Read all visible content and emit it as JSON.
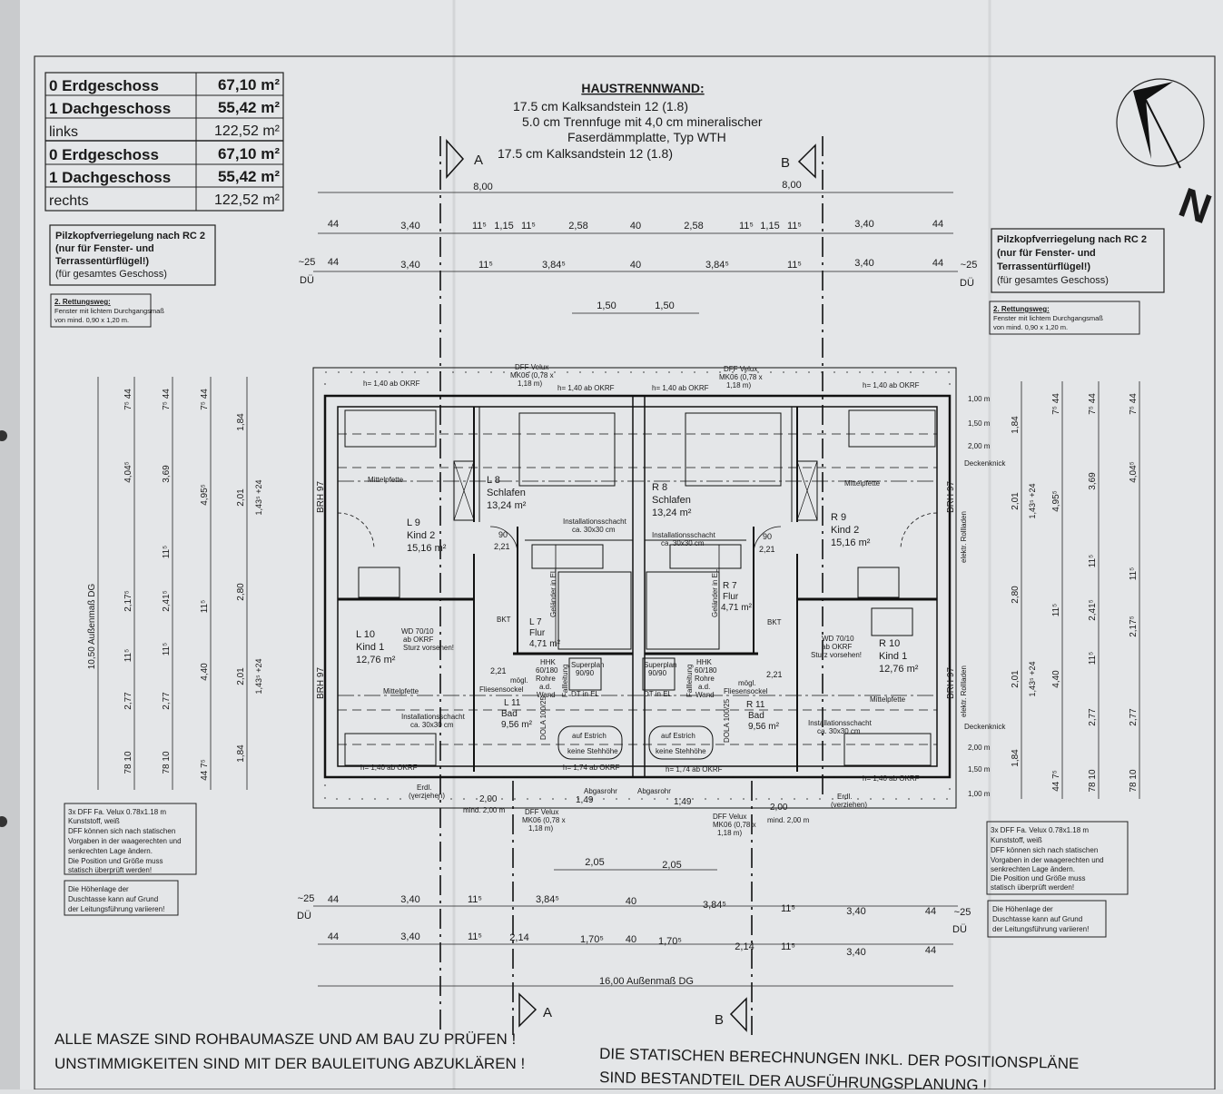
{
  "area_table": [
    {
      "label": "0 Erdgeschoss",
      "value": "67,10 m²",
      "bold": true
    },
    {
      "label": "1 Dachgeschoss",
      "value": "55,42 m²",
      "bold": true
    },
    {
      "label": "links",
      "value": "122,52 m²",
      "bold": false
    },
    {
      "label": "0 Erdgeschoss",
      "value": "67,10 m²",
      "bold": true
    },
    {
      "label": "1 Dachgeschoss",
      "value": "55,42 m²",
      "bold": true
    },
    {
      "label": "rechts",
      "value": "122,52 m²",
      "bold": false
    }
  ],
  "haustrennwand": {
    "title": "HAUSTRENNWAND:",
    "lines": [
      "17.5 cm Kalksandstein 12 (1.8)",
      "5.0 cm Trennfuge mit 4,0 cm mineralischer",
      "Faserdämmplatte, Typ WTH",
      "17.5 cm Kalksandstein 12 (1.8)"
    ]
  },
  "section_markers": {
    "a": "A",
    "b": "B"
  },
  "north": "N",
  "notes": {
    "pilzkopf": [
      "Pilzkopfverriegelung nach RC 2",
      "(nur für Fenster- und",
      "Terrassentürflügel!)",
      "(für gesamtes Geschoss)"
    ],
    "rettungsweg": [
      "2. Rettungsweg:",
      "Fenster mit lichtem Durchgangsmaß",
      "von mind. 0,90 x 1,20 m."
    ],
    "velux": [
      "3x DFF Fa. Velux 0.78x1.18 m",
      "Kunststoff, weiß",
      "DFF können sich nach statischen",
      "Vorgaben in der waagerechten und",
      "senkrechten Lage ändern.",
      "Die Position und Größe muss",
      "statisch überprüft werden!"
    ],
    "dusche": [
      "Die Höhenlage der",
      "Duschtasse kann auf Grund",
      "der Leitungsführung variieren!"
    ]
  },
  "dims_top": {
    "row1": [
      "8,00",
      "8,00"
    ],
    "row2": [
      "44",
      "3,40",
      "11⁵",
      "1,15",
      "11⁵",
      "2,58",
      "40",
      "2,58",
      "11⁵",
      "1,15",
      "11⁵",
      "3,40",
      "44"
    ],
    "row3": [
      "~25",
      "DÜ",
      "44",
      "3,40",
      "11⁵",
      "3,84⁵",
      "40",
      "3,84⁵",
      "11⁵",
      "3,40",
      "44",
      "~25",
      "DÜ"
    ],
    "row4": [
      "1,50",
      "1,50"
    ]
  },
  "dims_bottom": {
    "row1": [
      "2,05",
      "2,05"
    ],
    "row2": [
      "~25",
      "DÜ",
      "44",
      "3,40",
      "11⁵",
      "3,84⁵",
      "40",
      "3,84⁵",
      "11⁵",
      "3,40",
      "44",
      "~25",
      "DÜ"
    ],
    "row3": [
      "44",
      "3,40",
      "11⁵",
      "2,14",
      "1,70⁵",
      "40",
      "1,70⁵",
      "2,14",
      "11⁵",
      "3,40",
      "44"
    ],
    "total": "16,00 Außenmaß DG"
  },
  "dims_left": {
    "total": "10,50 Außenmaß DG",
    "col1": [
      "7⁵ 44",
      "4,04⁵",
      "2,17⁵",
      "11⁵",
      "2,77",
      "78 10"
    ],
    "col2": [
      "7⁵ 44",
      "3,69",
      "11⁵",
      "2,41⁵",
      "11⁵",
      "2,77",
      "78 10"
    ],
    "col3": [
      "7⁵ 44",
      "4,95⁵",
      "11⁵",
      "4,40",
      "44 7⁵"
    ],
    "col4": [
      "1,84",
      "2,01",
      "1,43⁵ +24",
      "2,80",
      "2,01",
      "1,43⁵ +24",
      "1,84"
    ]
  },
  "dims_right": {
    "col1": [
      "1,84",
      "2,01",
      "1,43⁵ +24",
      "2,80",
      "2,01",
      "1,43⁵ +24",
      "1,84"
    ],
    "col2": [
      "7⁵ 44",
      "4,95⁵",
      "11⁵",
      "4,40",
      "44 7⁵"
    ],
    "col3": [
      "7⁵ 44",
      "3,69",
      "11⁵",
      "2,41⁵",
      "11⁵",
      "2,77",
      "78 10"
    ],
    "col4": [
      "7⁵ 44",
      "4,04⁵",
      "11⁵",
      "2,17⁵",
      "2,77",
      "78 10"
    ]
  },
  "heights": [
    "1,00 m",
    "1,50 m",
    "2,00 m",
    "Deckenknick",
    "2,00 m",
    "1,50 m",
    "1,00 m"
  ],
  "rooms": [
    {
      "id": "L 8",
      "name": "Schlafen",
      "area": "13,24 m²"
    },
    {
      "id": "L 9",
      "name": "Kind 2",
      "area": "15,16 m²"
    },
    {
      "id": "L 10",
      "name": "Kind 1",
      "area": "12,76 m²"
    },
    {
      "id": "L 7",
      "name": "Flur",
      "area": "4,71 m²"
    },
    {
      "id": "L 11",
      "name": "Bad",
      "area": "9,56 m²"
    },
    {
      "id": "R 8",
      "name": "Schlafen",
      "area": "13,24 m²"
    },
    {
      "id": "R 9",
      "name": "Kind 2",
      "area": "15,16 m²"
    },
    {
      "id": "R 10",
      "name": "Kind 1",
      "area": "12,76 m²"
    },
    {
      "id": "R 7",
      "name": "Flur",
      "area": "4,71 m²"
    },
    {
      "id": "R 11",
      "name": "Bad",
      "area": "9,56 m²"
    }
  ],
  "labels": {
    "okrf_140": "h= 1,40 ab OKRF",
    "okrf_174": "h= 1,74 ab OKRF",
    "velux": [
      "DFF Velux",
      "MK06 (0,78 x",
      "1,18 m)"
    ],
    "mittelpfette": "Mittelpfette",
    "installationsschacht": [
      "Installationsschacht",
      "ca. 30x30 cm"
    ],
    "brh": "BRH 97",
    "bkt": "BKT",
    "superplan": [
      "Superplan",
      "90/90"
    ],
    "dt": "DT in EL",
    "hhk": [
      "HHK",
      "60/180",
      "Rohre",
      "a.d.",
      "Wand"
    ],
    "fliesen": [
      "mögl.",
      "Fliesensockel"
    ],
    "fallleitung": "Fallleitung",
    "dola": "DOLA 100/25",
    "estrich": [
      "auf Estrich",
      "keine Stehhöhe"
    ],
    "wd": [
      "WD 70/10",
      "ab OKRF",
      "Sturz vorsehen!"
    ],
    "gelaender": "Geländer in EL",
    "abgasrohr": "Abgasrohr",
    "mind200": "mind. 2,00 m",
    "dim_200": "2,00",
    "dim_149": "1,49",
    "dim_221": "2,21",
    "dim_90": "90",
    "elektr": "elektr. Rollladen",
    "erdl": [
      "Erdl.",
      "(verziehen)"
    ]
  },
  "footer": {
    "left": [
      "ALLE MASZE SIND ROHBAUMASZE UND AM BAU ZU PRÜFEN !",
      "UNSTIMMIGKEITEN SIND MIT DER BAULEITUNG ABZUKLÄREN !"
    ],
    "right": [
      "DIE STATISCHEN BERECHNUNGEN INKL. DER POSITIONSPLÄNE",
      "SIND BESTANDTEIL DER AUSFÜHRUNGSPLANUNG !"
    ]
  }
}
